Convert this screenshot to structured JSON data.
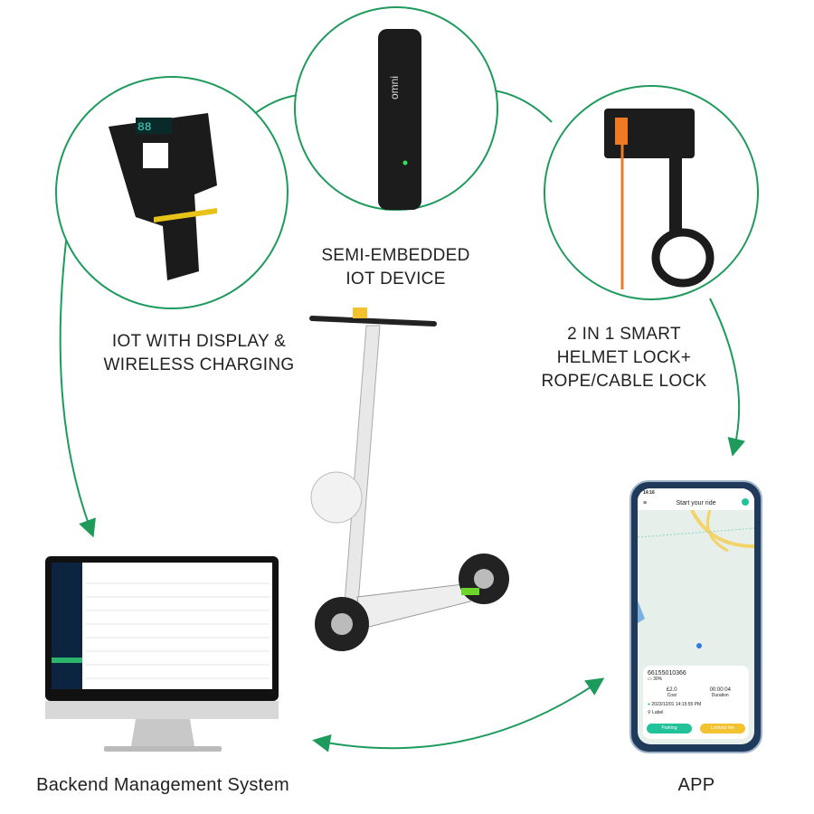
{
  "labels": {
    "iot_display": [
      "IOT WITH DISPLAY &",
      "WIRELESS CHARGING"
    ],
    "semi_embedded": [
      "SEMI-EMBEDDED",
      "IOT DEVICE"
    ],
    "helmet_lock": [
      "2 IN 1 SMART",
      "HELMET LOCK+",
      "ROPE/CABLE LOCK"
    ],
    "backend": "Backend Management System",
    "app": "APP"
  },
  "device_brand": "omni",
  "phone": {
    "time": "14:16",
    "title": "Start your ride",
    "scooter_id": "66155010366",
    "battery": "30%",
    "cost_value": "£2.0",
    "cost_label": "Cost",
    "duration_value": "00:00:04",
    "duration_label": "Duration",
    "timestamp": "2023/12/01 14:15:55 PM",
    "location_label": "Label",
    "parking_button": "Parking",
    "lockout_button": "Lockout fee"
  },
  "colors": {
    "accent_green": "#1e9b5c",
    "app_teal": "#22c39a",
    "app_yellow": "#f3c230",
    "display_yellow": "#e7c31a"
  }
}
